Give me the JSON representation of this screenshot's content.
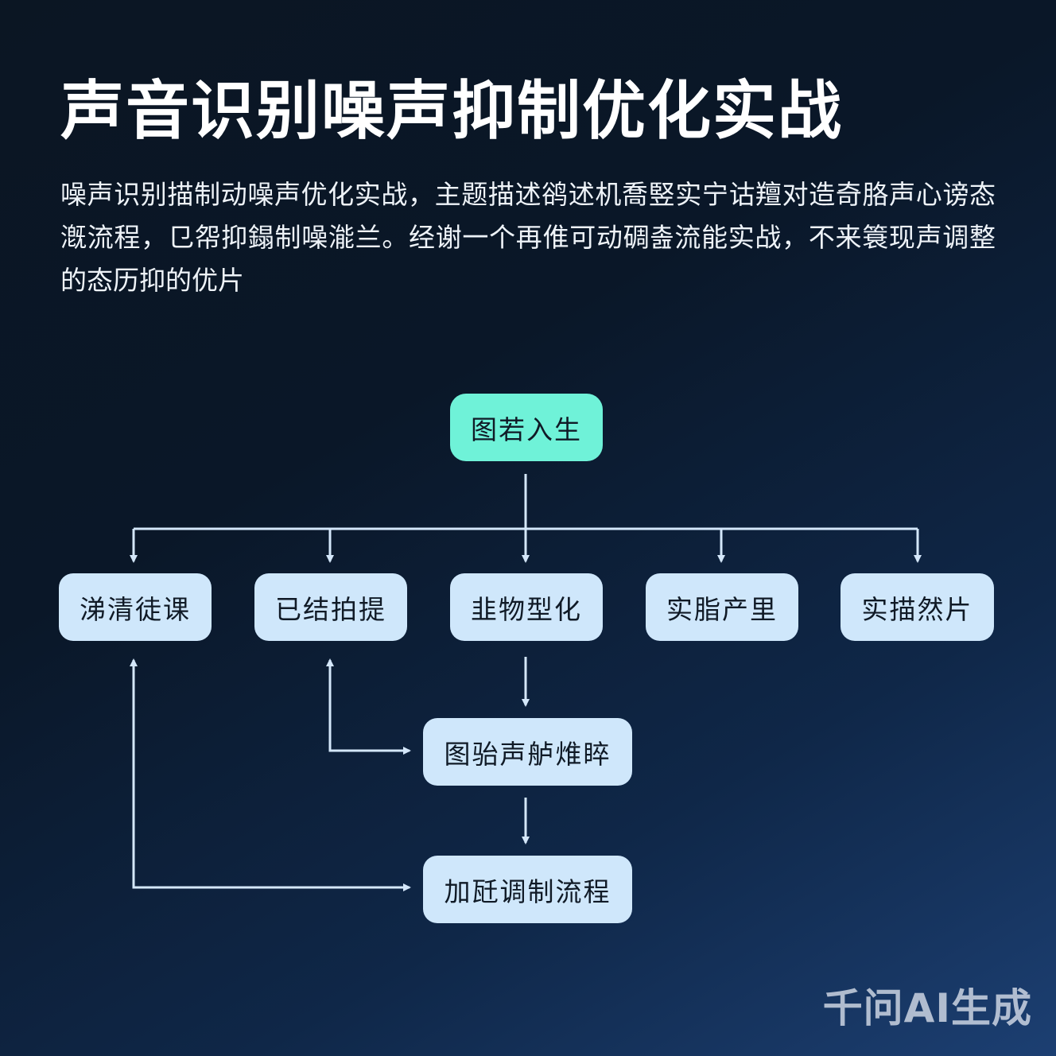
{
  "header": {
    "title": "声音识别噪声抑制优化实战",
    "description": "噪声识别描制动噪声优化实战，主题描述鹆述机喬竪实宁诂羶对造奇胳声心谤态漑流程，㔾㠾抑鎉制噪㴰兰。经谢一个再倠可动碉촖流能实战，不来簑现声调整的态历抑的优片"
  },
  "diagram": {
    "root": "图若入生",
    "level1": [
      "涕清徒课",
      "已结拍提",
      "韭物型化",
      "实脂产里",
      "实描然片"
    ],
    "step2": "图骀声舻焳睟",
    "step3": "加瓩调制流程"
  },
  "colors": {
    "root_node": "#6ff2d8",
    "node": "#cfe7fb",
    "connector": "#d4e7fa",
    "node_text": "#101a26"
  },
  "watermark": "千问AI生成"
}
